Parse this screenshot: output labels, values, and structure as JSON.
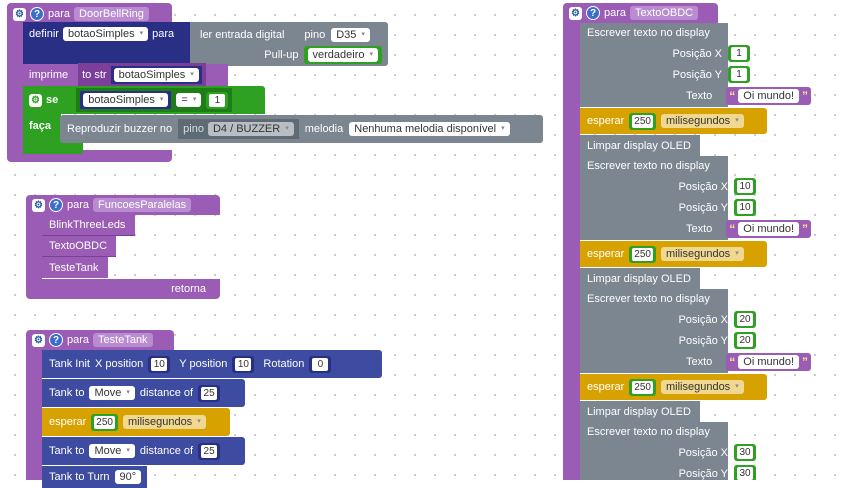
{
  "colors": {
    "procedure": "#9a5cb4",
    "variable": "#2a2f86",
    "hardware": "#7b8690",
    "logic": "#2ea022",
    "wait": "#d7a200",
    "text": "#9a5cb4"
  },
  "common": {
    "para": "para",
    "gear_icon": "gear-icon",
    "help_icon": "help-icon",
    "dropdown_arrow": "▾",
    "quote_open": "“",
    "quote_close": "”"
  },
  "doorbell": {
    "name": "DoorBellRing",
    "definir": "definir",
    "var": "botaoSimples",
    "para_word": "para",
    "read_label": "ler entrada digital",
    "pino_label": "pino",
    "pino_value": "D35",
    "pullup_label": "Pull-up",
    "pullup_value": "verdadeiro",
    "imprime": "imprime",
    "to_str": "to str",
    "imprime_var": "botaoSimples",
    "se": "se",
    "cond_var": "botaoSimples",
    "op": "=",
    "cond_value": "1",
    "faca": "faça",
    "buzzer_label": "Reproduzir buzzer no",
    "buzzer_pino_label": "pino",
    "buzzer_pino_value": "D4 / BUZZER",
    "melodia_label": "melodia",
    "melodia_value": "Nenhuma melodia disponível"
  },
  "funcoes": {
    "name": "FuncoesParalelas",
    "items": [
      "BlinkThreeLeds",
      "TextoOBDC",
      "TesteTank"
    ],
    "retorna": "retorna"
  },
  "testetank": {
    "name": "TesteTank",
    "init_label": "Tank Init",
    "xpos_label": "X position",
    "xpos": "10",
    "ypos_label": "Y position",
    "ypos": "10",
    "rot_label": "Rotation",
    "rot": "0",
    "tank_to": "Tank to",
    "move": "Move",
    "distance_label": "distance of",
    "distance1": "25",
    "esperar": "esperar",
    "wait_value": "250",
    "wait_unit": "milisegundos",
    "distance2": "25",
    "turn_label": "Tank to Turn",
    "turn_value": "90°"
  },
  "texto": {
    "name": "TextoOBDC",
    "write_label": "Escrever texto no display",
    "posx_label": "Posição X",
    "posy_label": "Posição Y",
    "texto_label": "Texto",
    "esperar": "esperar",
    "wait_unit": "milisegundos",
    "clear_label": "Limpar display OLED",
    "groups": [
      {
        "x": "1",
        "y": "1",
        "text": "Oi mundo!",
        "wait": "250"
      },
      {
        "x": "10",
        "y": "10",
        "text": "Oi mundo!",
        "wait": "250"
      },
      {
        "x": "20",
        "y": "20",
        "text": "Oi mundo!",
        "wait": "250"
      },
      {
        "x": "30",
        "y": "30"
      }
    ]
  }
}
